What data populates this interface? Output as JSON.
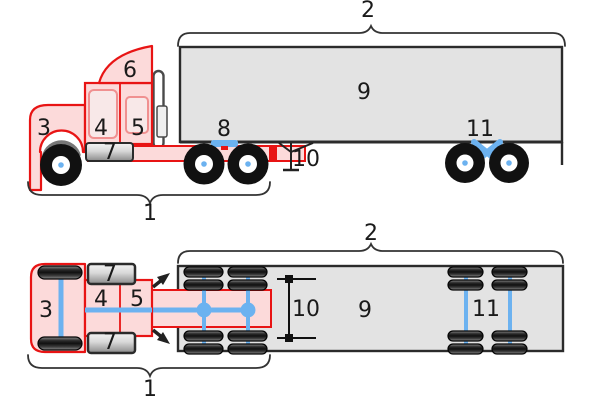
{
  "figure": {
    "kind": "semi-trailer-truck-parts-diagram",
    "views": [
      "side-elevation",
      "plan-top"
    ],
    "colors": {
      "background": "#ffffff",
      "tractor_outline_red": "#e81414",
      "tractor_fill_pink": "#fcdada",
      "window_fill": "#f8e8e8",
      "trailer_fill_gray": "#e3e3e3",
      "dark_line": "#2b2b2b",
      "axle_blue": "#6cb2f0",
      "wheel_black": "#111111",
      "label_text": "#1a1a1a"
    },
    "side_view": {
      "labels": {
        "n1": "1",
        "n2": "2",
        "n3": "3",
        "n4": "4",
        "n5": "5",
        "n6": "6",
        "n7": "7",
        "n8": "8",
        "n9": "9",
        "n10": "10",
        "n11": "11"
      }
    },
    "top_view": {
      "labels": {
        "n1": "1",
        "n2": "2",
        "n3": "3",
        "n4": "4",
        "n5": "5",
        "n7_upper": "7",
        "n7_lower": "7",
        "n9": "9",
        "n10": "10",
        "n11": "11"
      }
    }
  }
}
